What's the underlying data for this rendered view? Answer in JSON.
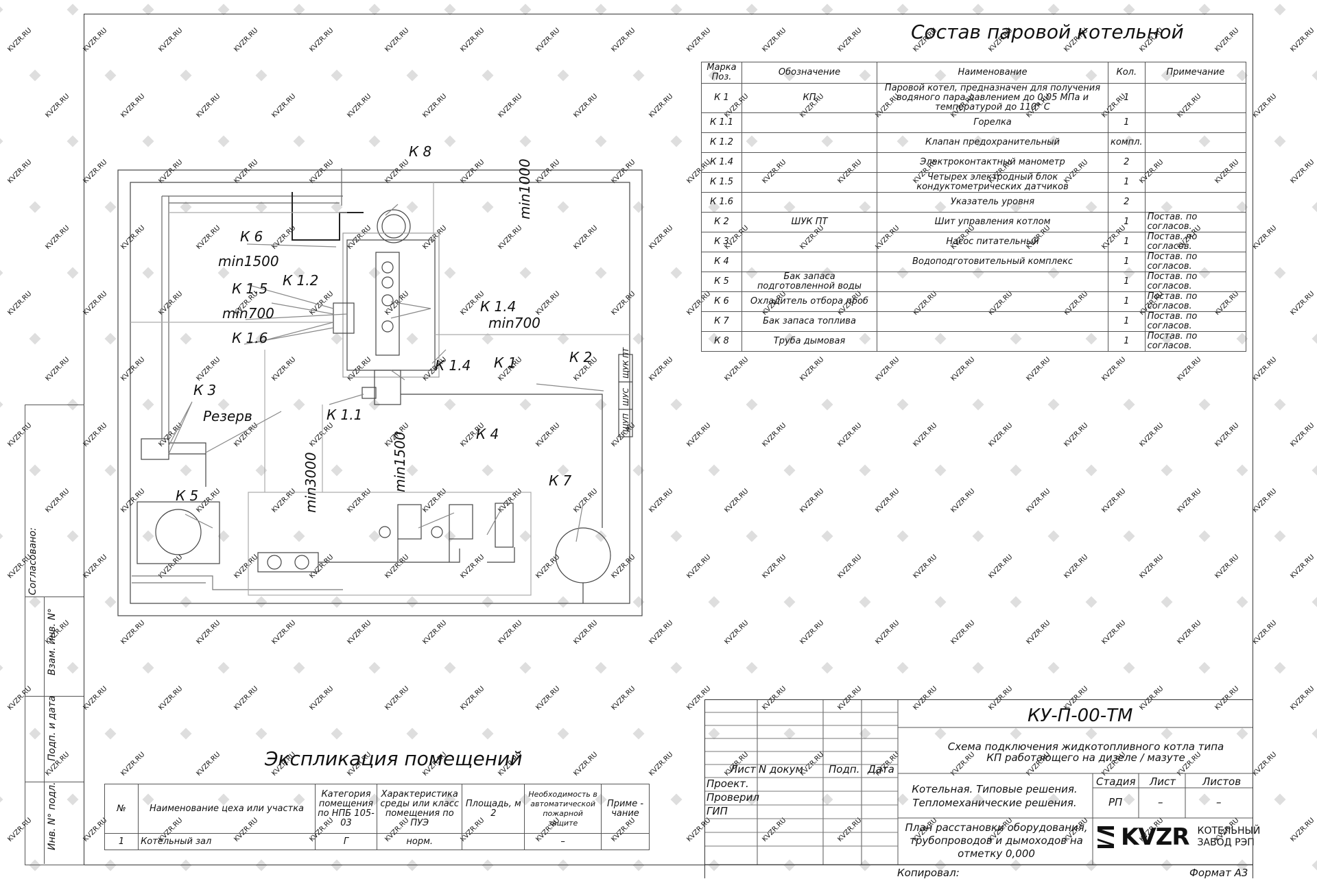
{
  "spec": {
    "title": "Состав паровой котельной",
    "headers": {
      "pos": "Марка\nПоз.",
      "designation": "Обозначение",
      "name": "Наименование",
      "qty": "Кол.",
      "note": "Примечание"
    },
    "rows": [
      {
        "pos": "К 1",
        "designation": "КП",
        "name": "Паровой котел, предназначен для получения водяного пара давлением до 0,05 МПа и температурой до 110° С",
        "qty": "1",
        "note": ""
      },
      {
        "pos": "К 1.1",
        "designation": "",
        "name": "Горелка",
        "qty": "1",
        "note": ""
      },
      {
        "pos": "К 1.2",
        "designation": "",
        "name": "Клапан предохранительный",
        "qty": "компл.",
        "note": ""
      },
      {
        "pos": "К 1.4",
        "designation": "",
        "name": "Электроконтактный манометр",
        "qty": "2",
        "note": ""
      },
      {
        "pos": "К 1.5",
        "designation": "",
        "name": "Четырех электродный блок кондуктометрических датчиков",
        "qty": "1",
        "note": ""
      },
      {
        "pos": "К 1.6",
        "designation": "",
        "name": "Указатель уровня",
        "qty": "2",
        "note": ""
      },
      {
        "pos": "К 2",
        "designation": "ШУК ПТ",
        "name": "Шит управления котлом",
        "qty": "1",
        "note": "Постав. по согласов."
      },
      {
        "pos": "К 3",
        "designation": "",
        "name": "Насос питательный",
        "qty": "1",
        "note": "Постав. по согласов."
      },
      {
        "pos": "К 4",
        "designation": "",
        "name": "Водоподготовительный комплекс",
        "qty": "1",
        "note": "Постав. по согласов."
      },
      {
        "pos": "К 5",
        "designation": "Бак запаса подготовленной воды",
        "name": "",
        "qty": "1",
        "note": "Постав. по согласов."
      },
      {
        "pos": "К 6",
        "designation": "Охладитель отбора проб",
        "name": "",
        "qty": "1",
        "note": "Постав. по согласов."
      },
      {
        "pos": "К 7",
        "designation": "Бак запаса топлива",
        "name": "",
        "qty": "1",
        "note": "Постав. по согласов."
      },
      {
        "pos": "К 8",
        "designation": "Труба дымовая",
        "name": "",
        "qty": "1",
        "note": "Постав. по согласов."
      }
    ]
  },
  "plan": {
    "labels": [
      "К 8",
      "К 6",
      "min1500",
      "К 1.5",
      "К 1.2",
      "min700",
      "К 1.6",
      "min1000",
      "К 1.4",
      "min700",
      "К 1",
      "К 1.4",
      "К 2",
      "К 3",
      "Резерв",
      "К 1.1",
      "min3000",
      "min1500",
      "К 4",
      "К 5",
      "К 7"
    ],
    "panel_labels": [
      "ЩУК ПТ",
      "ШУС",
      "ЩУП"
    ]
  },
  "explication": {
    "title": "Экспликация помещений",
    "headers": [
      "№",
      "Наименование цеха или участка",
      "Категория помещения по НПБ 105-03",
      "Характеристика среды или класс помещения по ПУЭ",
      "Площадь, м 2",
      "Необходимость в автоматической пожарной защите",
      "Приме - чание"
    ],
    "rows": [
      [
        "1",
        "Котельный зал",
        "Г",
        "норм.",
        "",
        "–",
        ""
      ]
    ]
  },
  "stamp": {
    "code": "КУ-П-00-ТМ",
    "description": "Схема подключения жидкотопливного котла типа КП работающего на дизеле / мазуте",
    "project": "Котельная. Типовые решения. Тепломеханические решения.",
    "sheet_title": "План расстановки оборудования, трубопроводов и дымоходов на отметку 0,000",
    "cols": {
      "sheet": "Лист",
      "doc": "N докум",
      "sign": "Подп.",
      "date": "Дата"
    },
    "roles": [
      "Проект.",
      "Проверил",
      "ГИП"
    ],
    "stage_headers": [
      "Стадия",
      "Лист",
      "Листов"
    ],
    "stage_values": [
      "РП",
      "–",
      "–"
    ],
    "copied": "Копировал:",
    "format": "Формат А3",
    "logo_text": "KVZR",
    "company_line1": "КОТЕЛЬНЫЙ",
    "company_line2": "ЗАВОД РЭП"
  },
  "margin": {
    "agreed": "Согласовано:",
    "inv_replace": "Взам. инв. N°",
    "sign_date": "Подп. и дата",
    "inv_orig": "Инв. N° подл."
  },
  "watermark": "KVZR.RU"
}
